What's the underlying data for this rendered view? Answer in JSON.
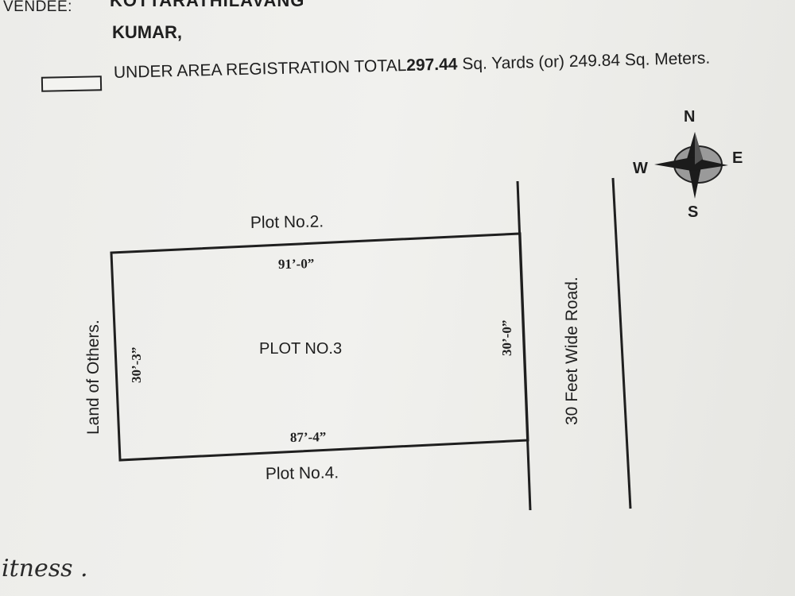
{
  "header": {
    "vendee_label": "VENDEE:",
    "vendee_name_cut": "KOTTARATHILAVANG",
    "vendee_name_line2": "KUMAR,"
  },
  "legend": {
    "prefix": "UNDER AREA REGISTRATION TOTAL",
    "sq_yards": "297.44",
    "suffix": " Sq. Yards (or) 249.84 Sq. Meters."
  },
  "compass": {
    "north": "N",
    "south": "S",
    "east": "E",
    "west": "W"
  },
  "plot": {
    "name": "PLOT NO.3",
    "north_label": "Plot No.2.",
    "south_label": "Plot No.4.",
    "west_label": "Land of Others.",
    "east_label": "30 Feet Wide Road.",
    "north_dim": "91’-0”",
    "south_dim": "87’-4”",
    "west_dim": "30’-3”",
    "east_dim": "30’-0”"
  },
  "footer": {
    "witness": "itness ."
  },
  "colors": {
    "ink": "#1f1f1f",
    "paper": "#ededea",
    "compass_fill": "#9a9a9a"
  }
}
